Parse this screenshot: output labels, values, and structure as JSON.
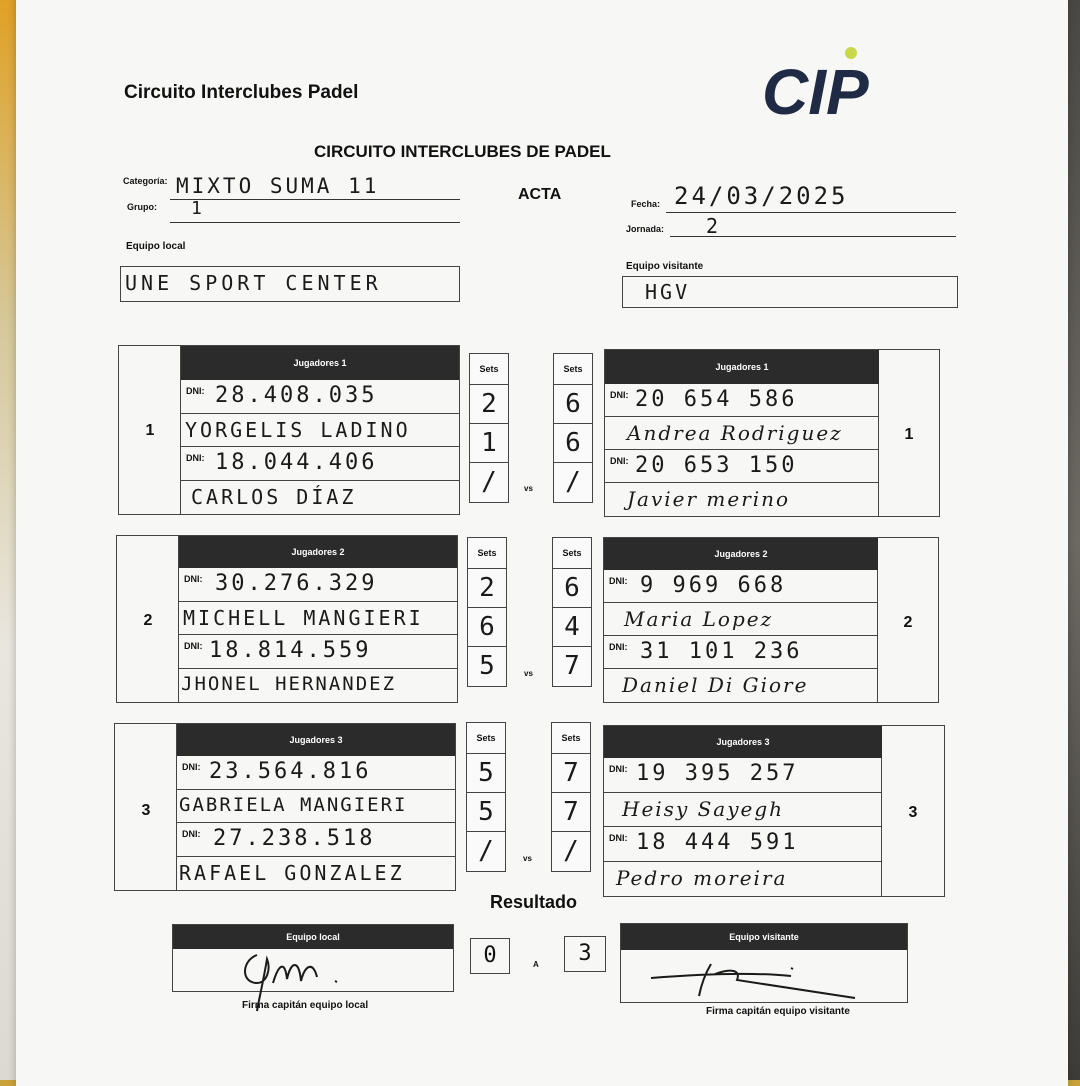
{
  "header": {
    "org": "Circuito Interclubes Padel",
    "logo": "CIP",
    "title": "CIRCUITO INTERCLUBES DE PADEL",
    "acta": "ACTA"
  },
  "fields": {
    "categoria_label": "Categoría:",
    "categoria_value": "MIXTO SUMA 11",
    "grupo_label": "Grupo:",
    "grupo_value": "1",
    "fecha_label": "Fecha:",
    "fecha_value": "24/03/2025",
    "jornada_label": "Jornada:",
    "jornada_value": "2",
    "local_label": "Equipo local",
    "local_value": "UNE SPORT CENTER",
    "visitante_label": "Equipo visitante",
    "visitante_value": "HGV"
  },
  "labels": {
    "dni": "DNI:",
    "sets": "Sets",
    "vs": "vs"
  },
  "matches": [
    {
      "number": "1",
      "heading": "Jugadores 1",
      "local": [
        {
          "dni": "28.408.035",
          "name": "YORGELIS LADINO"
        },
        {
          "dni": "18.044.406",
          "name": "CARLOS DÍAZ"
        }
      ],
      "local_sets": [
        "2",
        "1",
        "/"
      ],
      "visit_sets": [
        "6",
        "6",
        "/"
      ],
      "visit": [
        {
          "dni": "20 654 586",
          "name": "Andrea Rodriguez"
        },
        {
          "dni": "20 653 150",
          "name": "Javier merino"
        }
      ]
    },
    {
      "number": "2",
      "heading": "Jugadores 2",
      "local": [
        {
          "dni": "30.276.329",
          "name": "MICHELL MANGIERI"
        },
        {
          "dni": "18.814.559",
          "name": "JHONEL HERNANDEZ"
        }
      ],
      "local_sets": [
        "2",
        "6",
        "5"
      ],
      "visit_sets": [
        "6",
        "4",
        "7"
      ],
      "visit": [
        {
          "dni": "9 969 668",
          "name": "Maria Lopez"
        },
        {
          "dni": "31 101 236",
          "name": "Daniel Di Giore"
        }
      ]
    },
    {
      "number": "3",
      "heading": "Jugadores 3",
      "local": [
        {
          "dni": "23.564.816",
          "name": "GABRIELA MANGIERI"
        },
        {
          "dni": "27.238.518",
          "name": "RAFAEL GONZALEZ"
        }
      ],
      "local_sets": [
        "5",
        "5",
        "/"
      ],
      "visit_sets": [
        "7",
        "7",
        "/"
      ],
      "visit": [
        {
          "dni": "19 395 257",
          "name": "Heisy Sayegh"
        },
        {
          "dni": "18 444 591",
          "name": "Pedro moreira"
        }
      ]
    }
  ],
  "result": {
    "title": "Resultado",
    "local_label": "Equipo local",
    "visit_label": "Equipo visitante",
    "local_score": "0",
    "sep": "A",
    "visit_score": "3",
    "local_sign_label": "Firma capitán equipo local",
    "visit_sign_label": "Firma capitán equipo visitante"
  }
}
